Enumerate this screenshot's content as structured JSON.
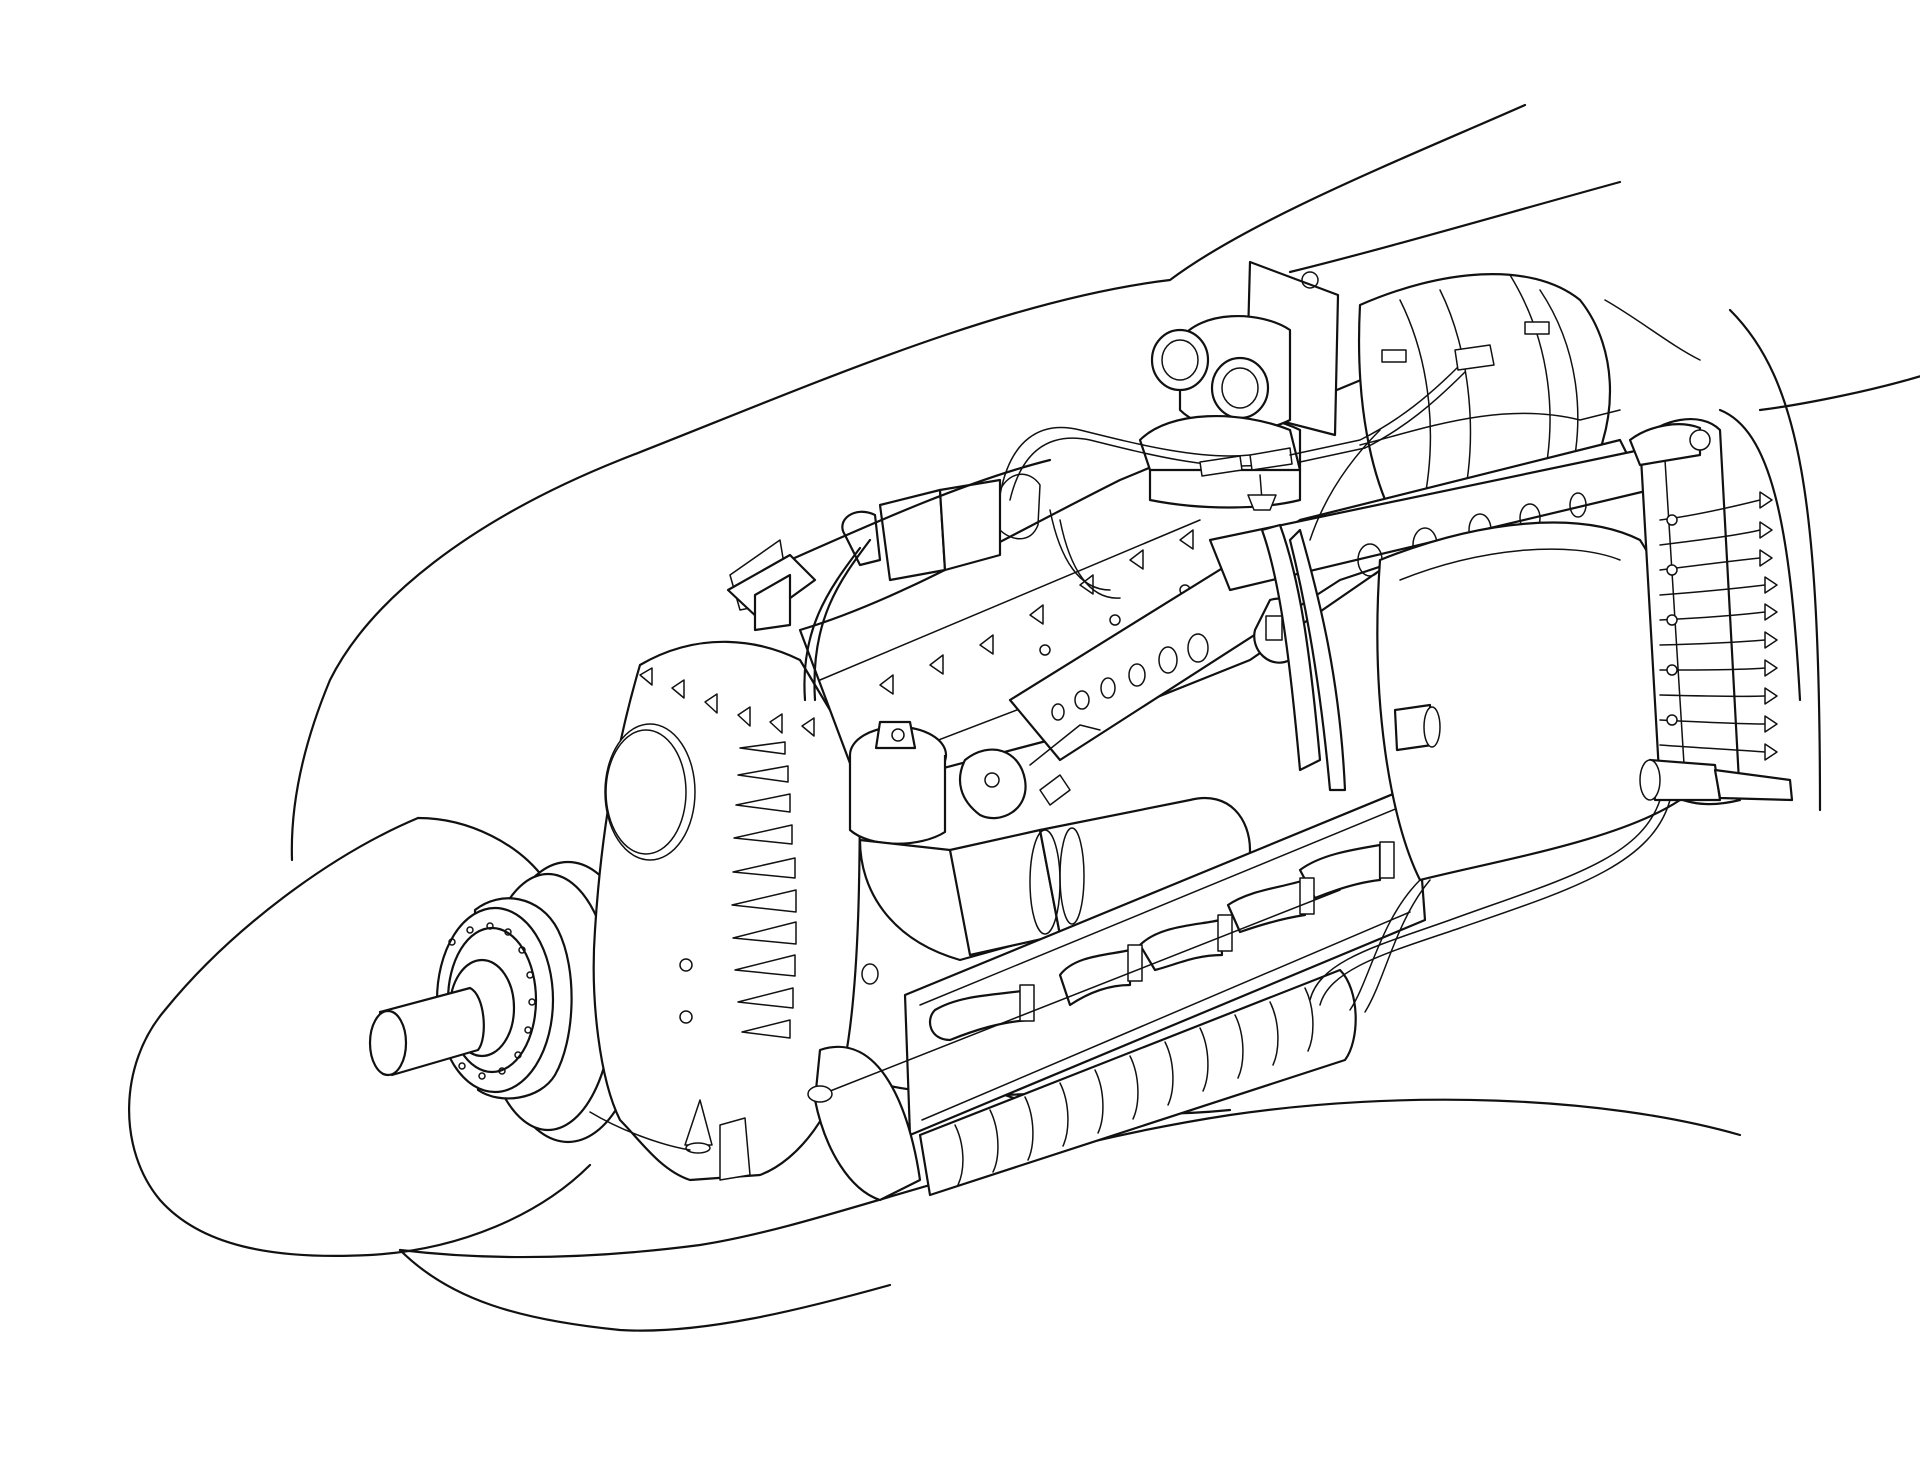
{
  "drawing": {
    "kind": "line-art",
    "background": "#ffffff",
    "line_color": "#111111"
  },
  "parts": [
    "cowling-outline",
    "spinner",
    "propeller-shaft",
    "reduction-gear-housing",
    "cylinder-block",
    "engine-mount-bearer",
    "magneto",
    "coolant-header-tank",
    "exhaust-manifold",
    "supercharger-intake",
    "oil-filler-cap",
    "ignition-leads",
    "firewall",
    "air-scoop"
  ]
}
